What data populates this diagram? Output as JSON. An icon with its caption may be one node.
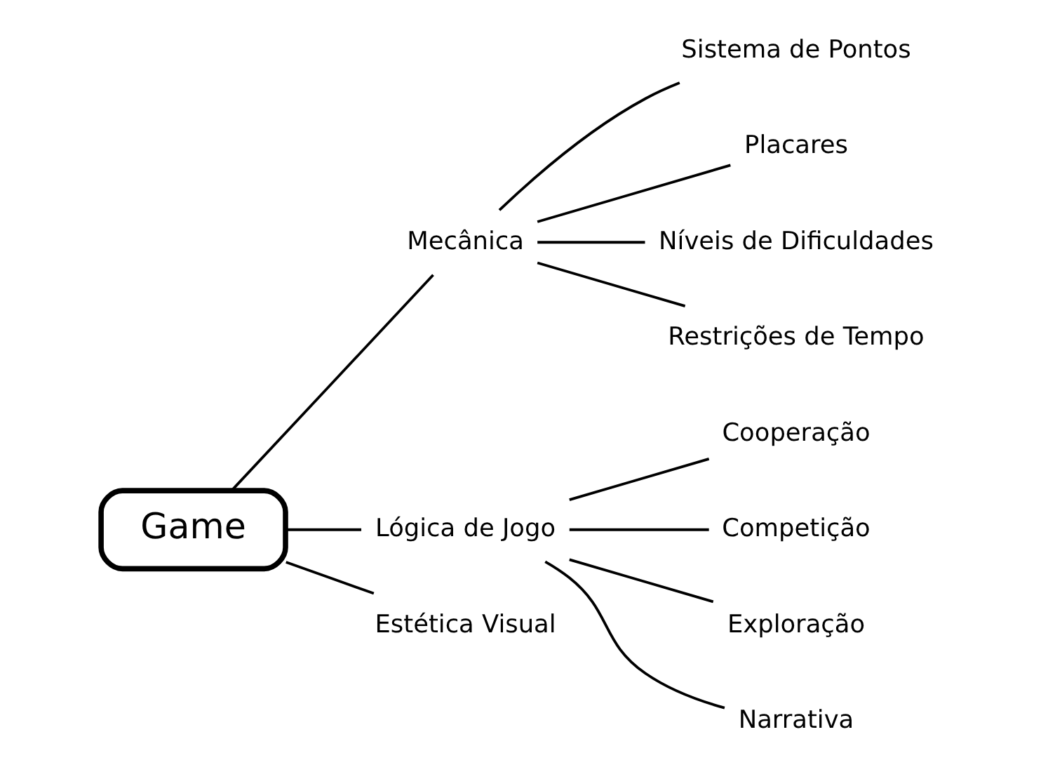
{
  "diagram": {
    "nodes": [
      {
        "text": [
          "Game"
        ]
      },
      {
        "text": [
          "Mecânica"
        ]
      },
      {
        "text": [
          "Sistema de Pontos"
        ]
      },
      {
        "text": [
          "Placares"
        ]
      },
      {
        "text": [
          "Níveis de Dificuldades"
        ]
      },
      {
        "text": [
          "Restrições de Tempo"
        ]
      },
      {
        "text": [
          "Lógica de Jogo"
        ]
      },
      {
        "text": [
          "Cooperação"
        ]
      },
      {
        "text": [
          "Competição"
        ]
      },
      {
        "text": [
          "Exploração"
        ]
      },
      {
        "text": [
          "Narrativa"
        ]
      },
      {
        "text": [
          "Estética Visual"
        ]
      }
    ],
    "edges": [
      {
        "from": 0,
        "to": 1,
        "arrow": "none"
      },
      {
        "from": 0,
        "to": 6,
        "arrow": "none"
      },
      {
        "from": 0,
        "to": 11,
        "arrow": "none"
      },
      {
        "from": 1,
        "to": 2,
        "arrow": "none"
      },
      {
        "from": 1,
        "to": 3,
        "arrow": "none"
      },
      {
        "from": 1,
        "to": 4,
        "arrow": "none"
      },
      {
        "from": 1,
        "to": 5,
        "arrow": "none"
      },
      {
        "from": 6,
        "to": 7,
        "arrow": "none"
      },
      {
        "from": 6,
        "to": 8,
        "arrow": "none"
      },
      {
        "from": 6,
        "to": 9,
        "arrow": "none"
      },
      {
        "from": 6,
        "to": 10,
        "arrow": "none"
      }
    ]
  }
}
